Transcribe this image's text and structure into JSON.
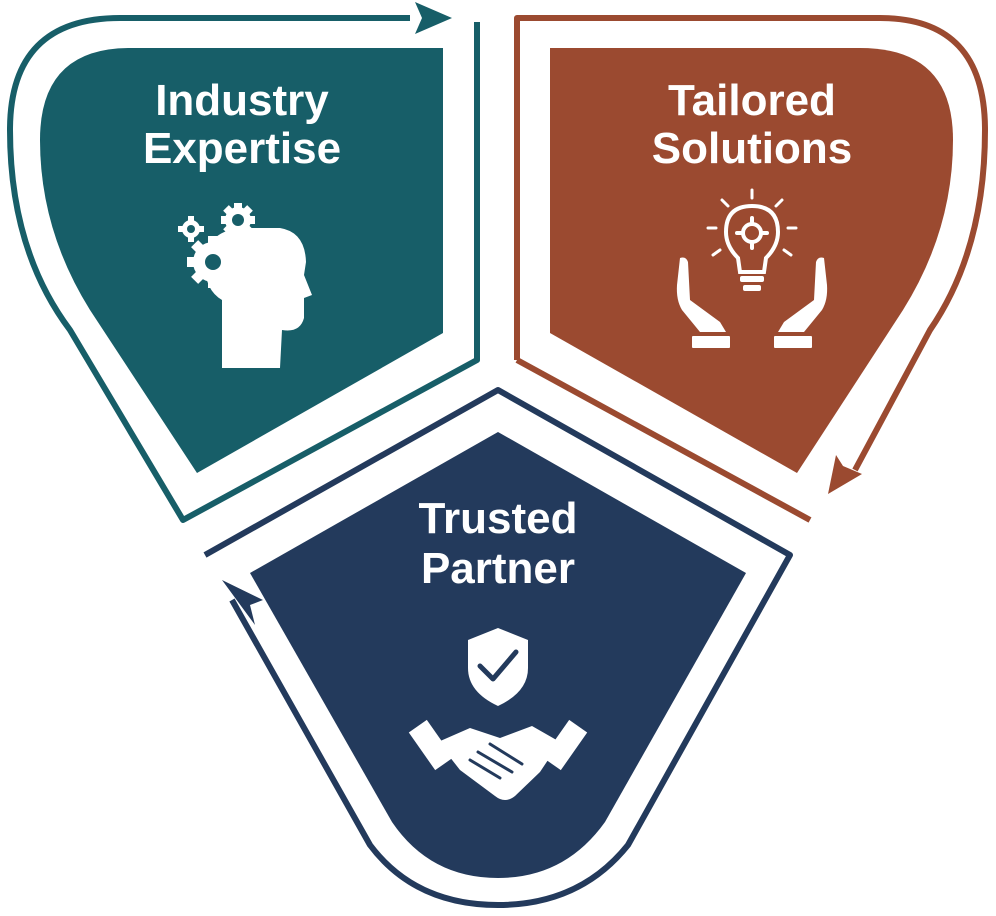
{
  "segments": [
    {
      "id": "industry",
      "title_line1": "Industry",
      "title_line2": "Expertise",
      "color": "#175e68",
      "icon": "head-with-gears-icon"
    },
    {
      "id": "tailored",
      "title_line1": "Tailored",
      "title_line2": "Solutions",
      "color": "#9b4a30",
      "icon": "lightbulb-in-hands-icon"
    },
    {
      "id": "trusted",
      "title_line1": "Trusted",
      "title_line2": "Partner",
      "color": "#233a5c",
      "icon": "shield-handshake-icon"
    }
  ],
  "colors": {
    "background": "#ffffff",
    "icon": "#ffffff"
  }
}
